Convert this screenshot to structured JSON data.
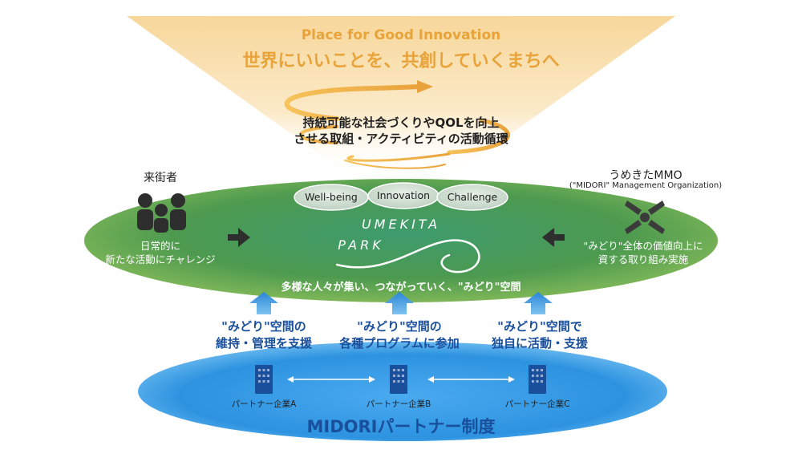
{
  "header": {
    "subtitle_en": "Place for Good Innovation",
    "title_ja": "世界にいいことを、共創していくまちへ"
  },
  "cycle": {
    "line1": "持続可能な社会づくりやQOLを向上",
    "line2": "させる取組・アクティビティの活動循環"
  },
  "left_group": {
    "title": "来街者",
    "line1": "日常的に",
    "line2": "新たな活動にチャレンジ"
  },
  "right_group": {
    "title": "うめきたMMO",
    "subtitle": "(\"MIDORI\" Management Organization)",
    "line1": "\"みどり\"全体の価値向上に",
    "line2": "資する取り組み実施"
  },
  "pills": [
    "Well-being",
    "Innovation",
    "Challenge"
  ],
  "park": {
    "logo_line1": "UMEKITA",
    "logo_line2": "PARK",
    "caption": "多様な人々が集い、つながっていく、\"みどり\"空間"
  },
  "support": [
    {
      "line1": "\"みどり\"空間の",
      "line2": "維持・管理を支援"
    },
    {
      "line1": "\"みどり\"空間の",
      "line2": "各種プログラムに参加"
    },
    {
      "line1": "\"みどり\"空間で",
      "line2": "独自に活動・支援"
    }
  ],
  "partners": [
    "パートナー企業A",
    "パートナー企業B",
    "パートナー企業C"
  ],
  "program": {
    "title": "MIDORIパートナー制度"
  },
  "colors": {
    "orange": "#E8A33A",
    "green": "#5E9E4F",
    "blue": "#2B8ED8",
    "navy": "#1a4f9c"
  }
}
